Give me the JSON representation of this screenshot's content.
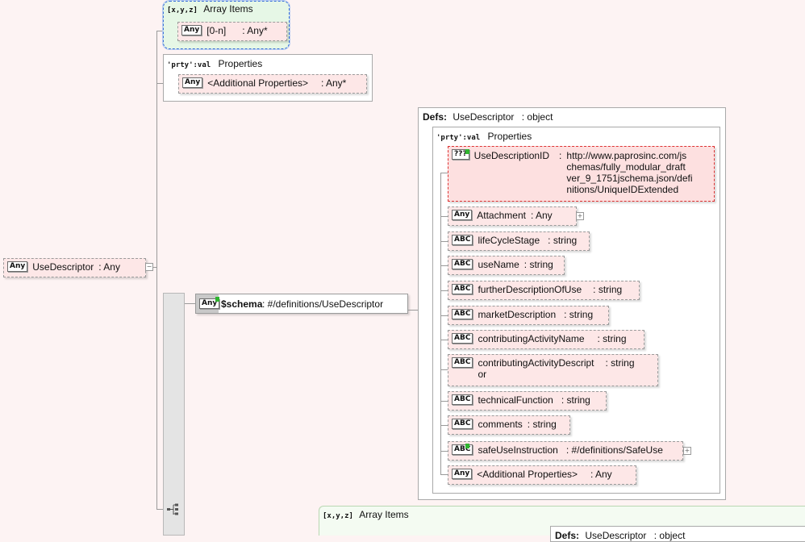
{
  "root": {
    "badge": "Any",
    "name": "UseDescriptor",
    "type": ": Any"
  },
  "array_items_top": {
    "badge": "[x,y,z]",
    "title": "Array Items",
    "item": {
      "badge": "Any",
      "name": "[0-n]",
      "type": ": Any*"
    }
  },
  "properties_top": {
    "badge": "'prty':val",
    "title": "Properties",
    "item": {
      "badge": "Any",
      "name": "<Additional Properties>",
      "type": ": Any*"
    }
  },
  "schema_node": {
    "badge": "Any",
    "name": "$schema",
    "type": ": #/definitions/UseDescriptor"
  },
  "defs": {
    "label": "Defs:",
    "name": "UseDescriptor",
    "type": ": object",
    "properties_badge": "'prty':val",
    "properties_title": "Properties",
    "items": [
      {
        "badge": "???",
        "name": "UseDescriptionID",
        "type": ":",
        "type_lines": [
          "http://www.paprosinc.com/js",
          "chemas/fully_modular_draft",
          "ver_9_1751jschema.json/defi",
          "nitions/UniqueIDExtended"
        ]
      },
      {
        "badge": "Any",
        "name": "Attachment",
        "type": ": Any"
      },
      {
        "badge": "ABC",
        "name": "lifeCycleStage",
        "type": ": string"
      },
      {
        "badge": "ABC",
        "name": "useName",
        "type": ": string"
      },
      {
        "badge": "ABC",
        "name": "furtherDescriptionOfUse",
        "type": ": string"
      },
      {
        "badge": "ABC",
        "name": "marketDescription",
        "type": ": string"
      },
      {
        "badge": "ABC",
        "name": "contributingActivityName",
        "type": ": string"
      },
      {
        "badge": "ABC",
        "name_lines": [
          "contributingActivityDescript",
          "or"
        ],
        "type": ": string"
      },
      {
        "badge": "ABC",
        "name": "technicalFunction",
        "type": ": string"
      },
      {
        "badge": "ABC",
        "name": "comments",
        "type": ": string"
      },
      {
        "badge": "ABC",
        "name": "safeUseInstruction",
        "type": ": #/definitions/SafeUse"
      },
      {
        "badge": "Any",
        "name": "<Additional Properties>",
        "type": ": Any"
      }
    ]
  },
  "array_items_bottom": {
    "badge": "[x,y,z]",
    "title": "Array Items",
    "defs_label": "Defs:",
    "defs_name": "UseDescriptor",
    "defs_type": ": object"
  },
  "colors": {
    "node_bg": "#fde7e7",
    "error_border": "#dd3333",
    "array_bg": "#e6f7e6",
    "select_border": "#3a6fd8"
  }
}
